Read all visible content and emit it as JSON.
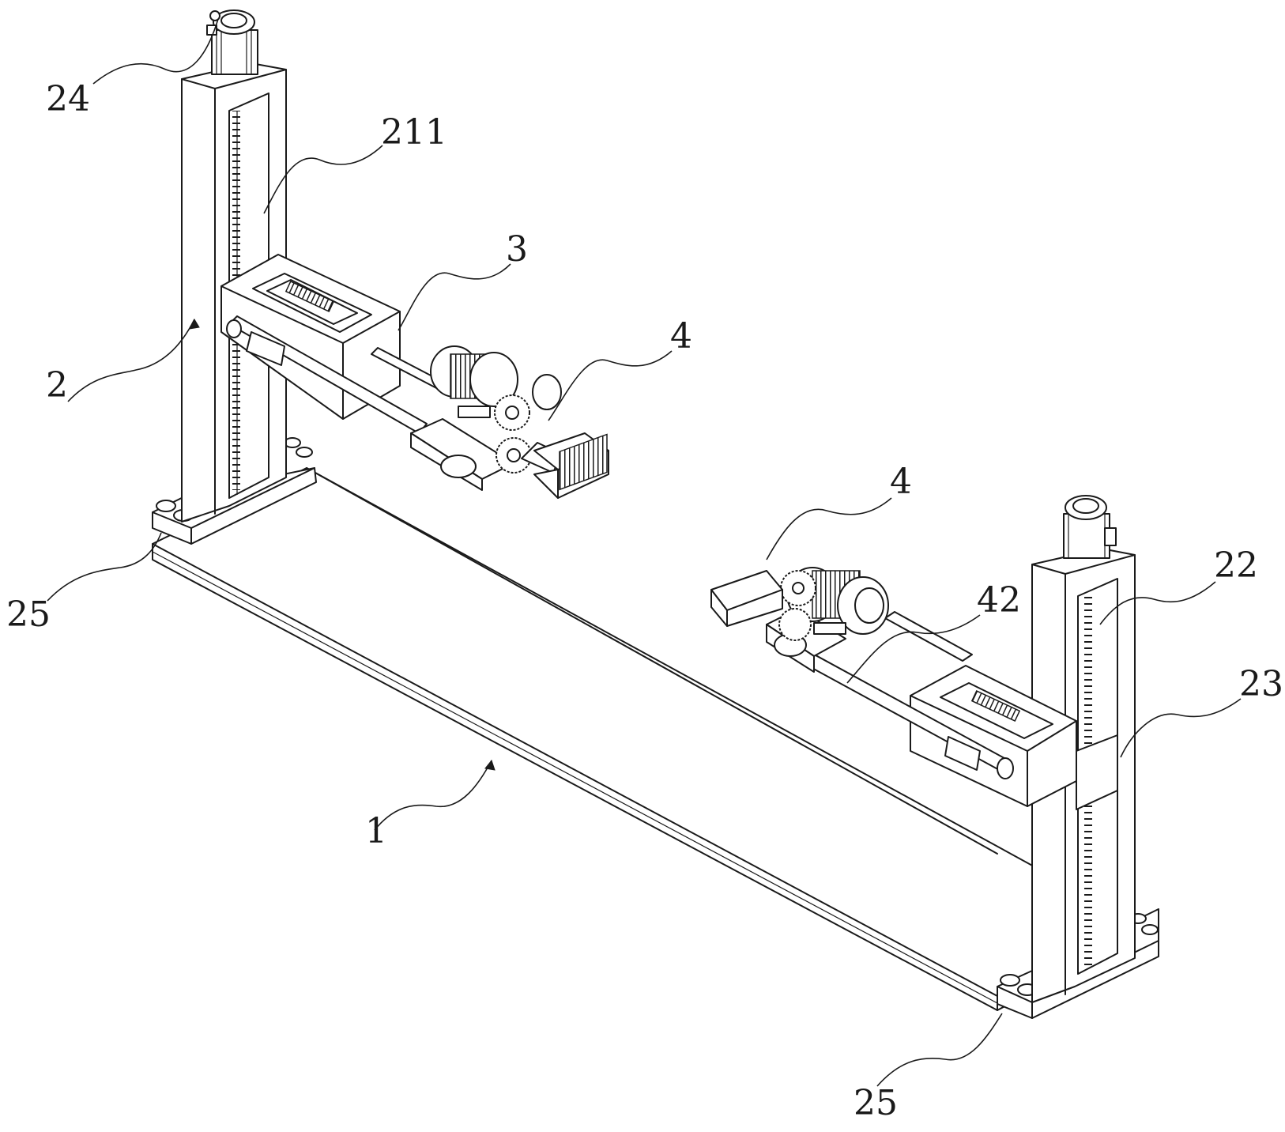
{
  "labels": {
    "frame_base": "1",
    "left_column": "2",
    "left_guide_slot": "211",
    "carriage": "3",
    "clamp_left": "4",
    "clamp_right": "4",
    "right_screw": "22",
    "slider": "23",
    "motor_top": "24",
    "foot_left": "25",
    "foot_right": "25",
    "guide_rod": "42"
  }
}
